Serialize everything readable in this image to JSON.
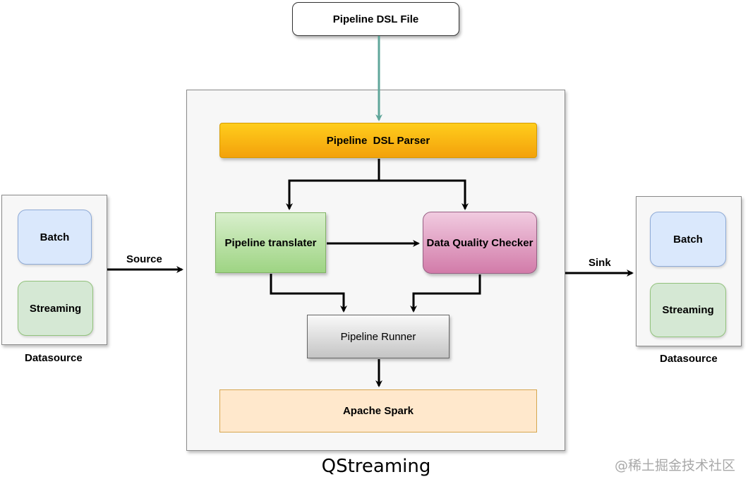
{
  "nodes": {
    "dsl_file": "Pipeline DSL File",
    "parser": "Pipeline  DSL Parser",
    "translater": "Pipeline translater",
    "checker": "Data Quality Checker",
    "runner": "Pipeline Runner",
    "spark": "Apache Spark"
  },
  "left_datasource": {
    "items": [
      "Batch",
      "Streaming"
    ],
    "label": "Datasource"
  },
  "right_datasource": {
    "items": [
      "Batch",
      "Streaming"
    ],
    "label": "Datasource"
  },
  "edges": {
    "source_label": "Source",
    "sink_label": "Sink"
  },
  "title": "QStreaming",
  "watermark": "@稀土掘金技术社区",
  "colors": {
    "file_arrow": "#5fa69a",
    "arrow": "#000000",
    "parser": "#f7a80f",
    "translater": "#b9e0a5",
    "checker": "#e6a7c9",
    "batch": "#dae8fc",
    "streaming": "#d5e8d4",
    "spark": "#ffe8cc"
  }
}
